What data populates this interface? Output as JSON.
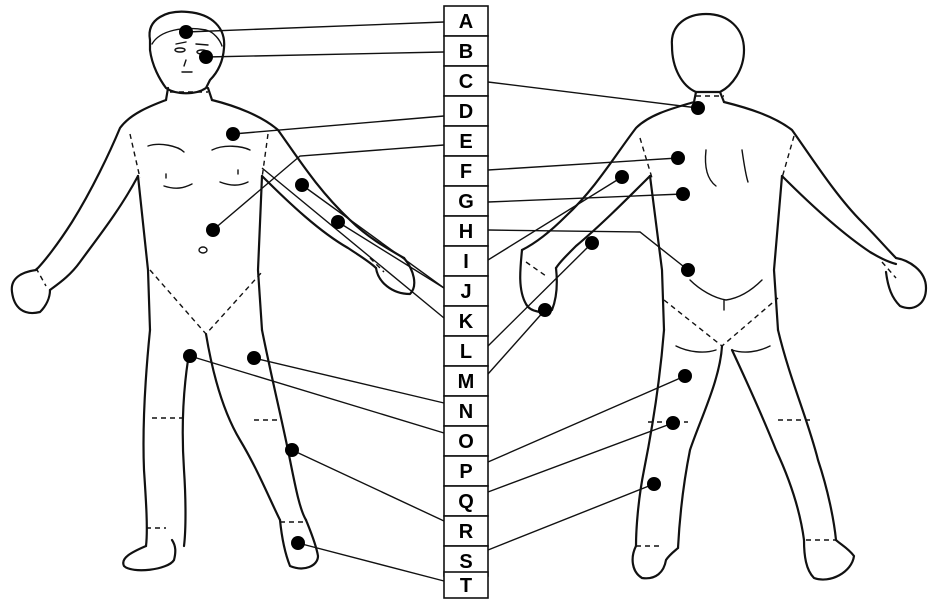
{
  "labels": [
    "A",
    "B",
    "C",
    "D",
    "E",
    "F",
    "G",
    "H",
    "I",
    "J",
    "K",
    "L",
    "M",
    "N",
    "O",
    "P",
    "Q",
    "R",
    "S",
    "T"
  ],
  "colors": {
    "ink": "#111111",
    "dot": "#000000",
    "background": "#ffffff"
  }
}
